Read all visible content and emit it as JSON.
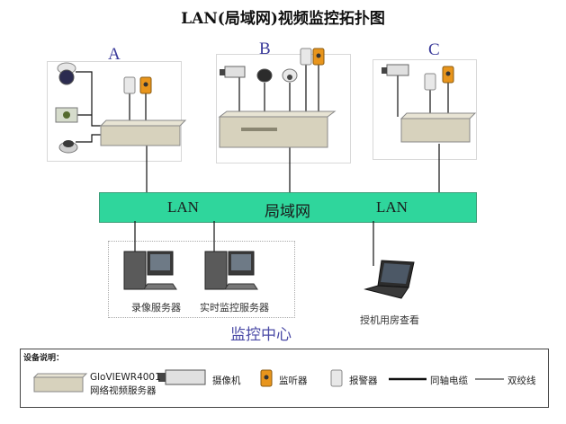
{
  "title": "LAN(局域网)视频监控拓扑图",
  "sites": {
    "a_label": "A",
    "b_label": "B",
    "c_label": "C"
  },
  "lan": {
    "left_label": "LAN",
    "center_label": "局域网",
    "right_label": "LAN"
  },
  "monitoring_center": {
    "label": "监控中心",
    "recording_server_label": "录像服务器",
    "realtime_server_label": "实时监控服务器"
  },
  "remote": {
    "laptop_label": "授机用房查看"
  },
  "legend": {
    "title": "设备说明：",
    "server_model": "GloVIEWR4001",
    "server_desc": "网络视频服务器",
    "camera": "摄像机",
    "listener": "监听器",
    "alarm": "报警器",
    "coax": "同轴电缆",
    "twisted": "双绞线"
  },
  "colors": {
    "lan_bar": "#2fd69c",
    "label_blue": "#3a3a9a",
    "listener_orange": "#e8951c"
  }
}
